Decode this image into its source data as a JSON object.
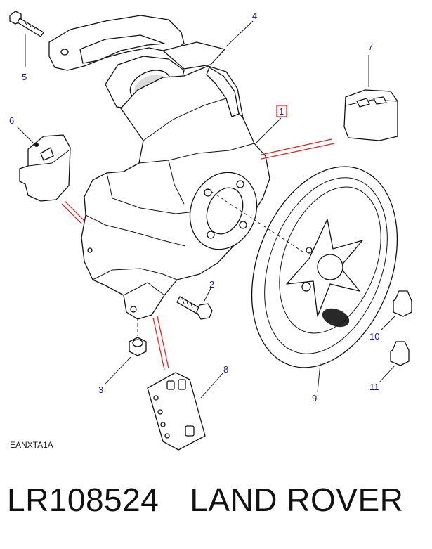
{
  "callouts": {
    "c1": "1",
    "c2": "2",
    "c3": "3",
    "c4": "4",
    "c5": "5",
    "c6": "6",
    "c7": "7",
    "c8": "8",
    "c9": "9",
    "c10": "10",
    "c11": "11"
  },
  "diagram_code": "EANXTA1A",
  "footer": {
    "part_number": "LR108524",
    "brand": "LAND ROVER"
  },
  "colors": {
    "callout_text": "#1a1a8c",
    "highlight": "#e11d1d",
    "line": "#111111"
  }
}
